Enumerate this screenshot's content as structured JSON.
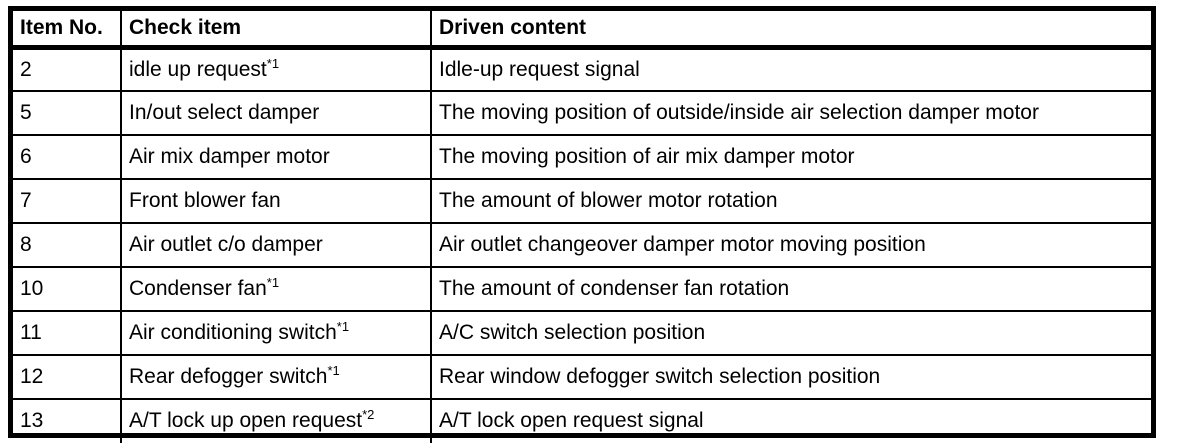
{
  "table": {
    "columns": [
      {
        "key": "item_no",
        "label": "Item No."
      },
      {
        "key": "check_item",
        "label": "Check item"
      },
      {
        "key": "driven_content",
        "label": "Driven content"
      }
    ],
    "rows": [
      {
        "item_no": "2",
        "check_item": "idle up request",
        "check_item_note": "*1",
        "driven_content": "Idle-up request signal"
      },
      {
        "item_no": "5",
        "check_item": "In/out select damper",
        "check_item_note": "",
        "driven_content": "The moving position of outside/inside air selection damper motor"
      },
      {
        "item_no": "6",
        "check_item": "Air mix damper motor",
        "check_item_note": "",
        "driven_content": "The moving position of air mix damper motor"
      },
      {
        "item_no": "7",
        "check_item": "Front blower fan",
        "check_item_note": "",
        "driven_content": "The amount of blower motor rotation"
      },
      {
        "item_no": "8",
        "check_item": "Air outlet c/o damper",
        "check_item_note": "",
        "driven_content": "Air outlet changeover damper motor moving position"
      },
      {
        "item_no": "10",
        "check_item": "Condenser fan",
        "check_item_note": "*1",
        "driven_content": "The amount of condenser fan rotation"
      },
      {
        "item_no": "11",
        "check_item": "Air conditioning switch",
        "check_item_note": "*1",
        "driven_content": "A/C switch selection position"
      },
      {
        "item_no": "12",
        "check_item": "Rear defogger switch",
        "check_item_note": "*1",
        "driven_content": "Rear window defogger switch selection position"
      },
      {
        "item_no": "13",
        "check_item": "A/T lock up open request",
        "check_item_note": "*2",
        "driven_content": "A/T lock open request signal"
      }
    ]
  },
  "colors": {
    "border": "#000000",
    "text": "#000000",
    "background": "#ffffff"
  }
}
